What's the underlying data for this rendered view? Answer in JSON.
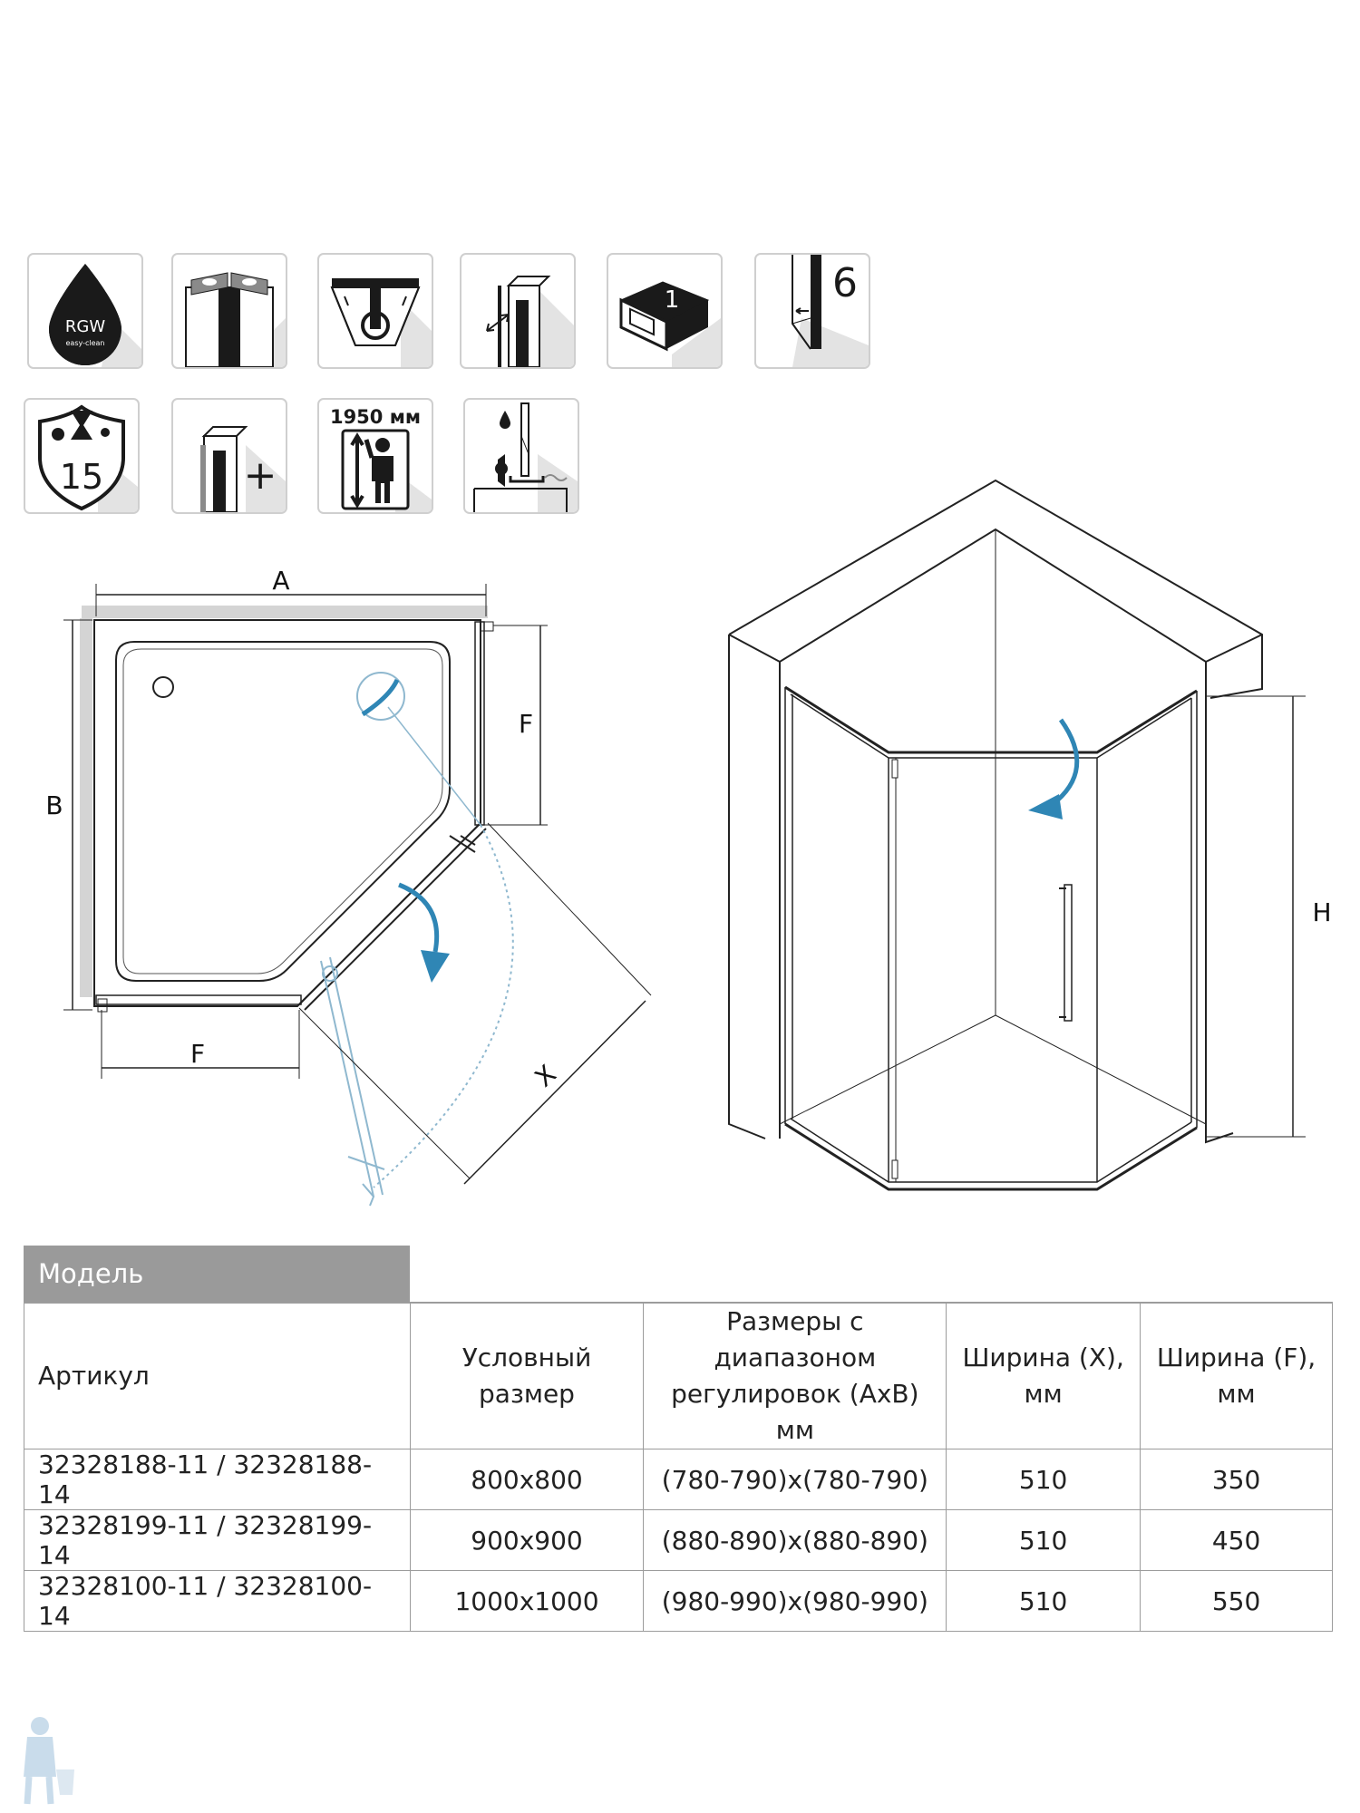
{
  "icons_row1": [
    {
      "name": "rgw-easy-clean-icon",
      "label": "RGW",
      "sublabel": "easy-clean"
    },
    {
      "name": "magnetic-seal-profile-icon"
    },
    {
      "name": "door-hinge-detail-icon"
    },
    {
      "name": "adjustable-wall-profile-icon"
    },
    {
      "name": "single-package-box-icon",
      "label": "1"
    },
    {
      "name": "glass-thickness-icon",
      "label": "6"
    }
  ],
  "icons_row2": [
    {
      "name": "warranty-15-years-icon",
      "label": "15"
    },
    {
      "name": "extension-profile-icon",
      "label": "+"
    },
    {
      "name": "height-1950-icon",
      "label": "1950 мм"
    },
    {
      "name": "water-seal-tray-icon"
    }
  ],
  "plan": {
    "label_a": "A",
    "label_b": "B",
    "label_f_right": "F",
    "label_f_bottom": "F",
    "label_x": "X"
  },
  "elevation": {
    "label_h": "H"
  },
  "table": {
    "model_label": "Модель",
    "headers": [
      "Артикул",
      "Условный размер",
      "Размеры с диапазоном регулировок (AxB) мм",
      "Ширина (X), мм",
      "Ширина (F), мм"
    ],
    "rows": [
      [
        "32328188-11 / 32328188-14",
        "800x800",
        "(780-790)x(780-790)",
        "510",
        "350"
      ],
      [
        "32328199-11 / 32328199-14",
        "900x900",
        "(880-890)x(880-890)",
        "510",
        "450"
      ],
      [
        "32328100-11 / 32328100-14",
        "1000x1000",
        "(980-990)x(980-990)",
        "510",
        "550"
      ]
    ]
  },
  "colors": {
    "accent_arrow": "#2f86b5",
    "table_header_bg": "#9a9a9a",
    "outline": "#1a1a1a"
  }
}
